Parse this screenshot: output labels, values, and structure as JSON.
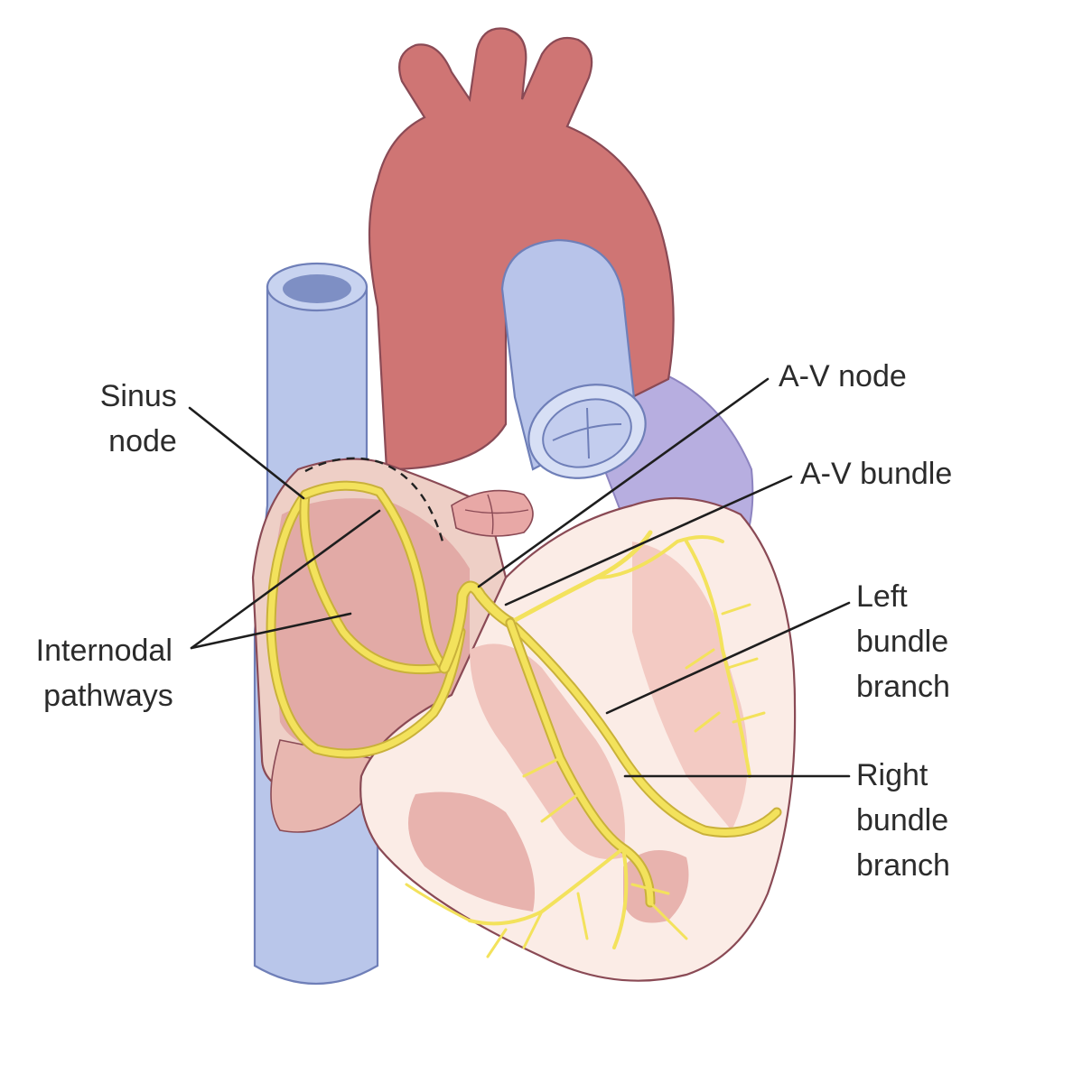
{
  "labels": {
    "sinus_node": [
      "Sinus",
      "node"
    ],
    "av_node": "A-V node",
    "av_bundle": "A-V bundle",
    "left_bundle_branch": [
      "Left",
      "bundle",
      "branch"
    ],
    "internodal_pathways": [
      "Internodal",
      "pathways"
    ],
    "right_bundle_branch": [
      "Right",
      "bundle",
      "branch"
    ]
  },
  "colors": {
    "aorta": "#cf7574",
    "vena_cava": "#b9c6ea",
    "pulmonary": "#b8c4ea",
    "left_atrium": "#b7aee0",
    "right_atrium_wall": "#eecfc6",
    "atrium_chamber": "#e2aaa6",
    "ventricle_wall": "#fbece6",
    "muscle": "#e8b3ae",
    "conduction": "#f3e25c"
  }
}
